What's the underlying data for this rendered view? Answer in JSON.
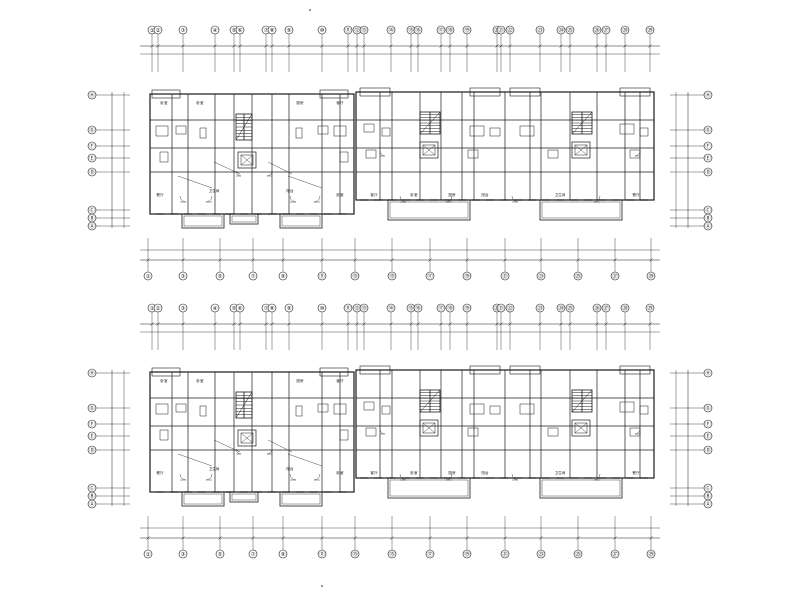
{
  "drawing": {
    "background": "#ffffff",
    "line_color": "#1a1a1a",
    "stairs_color": "#2a2a2a",
    "grid_top_labels": [
      "①",
      "②",
      "③",
      "④",
      "⑤",
      "⑥",
      "⑦",
      "⑧",
      "⑨",
      "⑩",
      "⑪",
      "⑫",
      "⑬",
      "⑭",
      "⑮",
      "⑯",
      "⑰",
      "⑱",
      "⑲",
      "⑳",
      "㉑",
      "㉒",
      "㉓",
      "㉔",
      "㉕",
      "㉖",
      "㉗",
      "㉘",
      "㉙"
    ],
    "grid_bottom_labels": [
      "①",
      "③",
      "⑤",
      "⑦",
      "⑨",
      "⑪",
      "⑬",
      "⑮",
      "⑰",
      "⑲",
      "㉑",
      "㉓",
      "㉕",
      "㉗",
      "㉙"
    ],
    "grid_side_labels": [
      "Ⓗ",
      "Ⓖ",
      "Ⓕ",
      "Ⓔ",
      "Ⓓ",
      "Ⓒ",
      "Ⓑ",
      "Ⓐ"
    ],
    "room_labels": [
      "卧室",
      "卧室",
      "厨房",
      "客厅",
      "餐厅",
      "卫生间",
      "阳台",
      "卧室",
      "客厅",
      "卧室",
      "厨房",
      "阳台",
      "卫生间",
      "餐厅"
    ],
    "plans": [
      {
        "id": "upper"
      },
      {
        "id": "lower"
      }
    ]
  }
}
